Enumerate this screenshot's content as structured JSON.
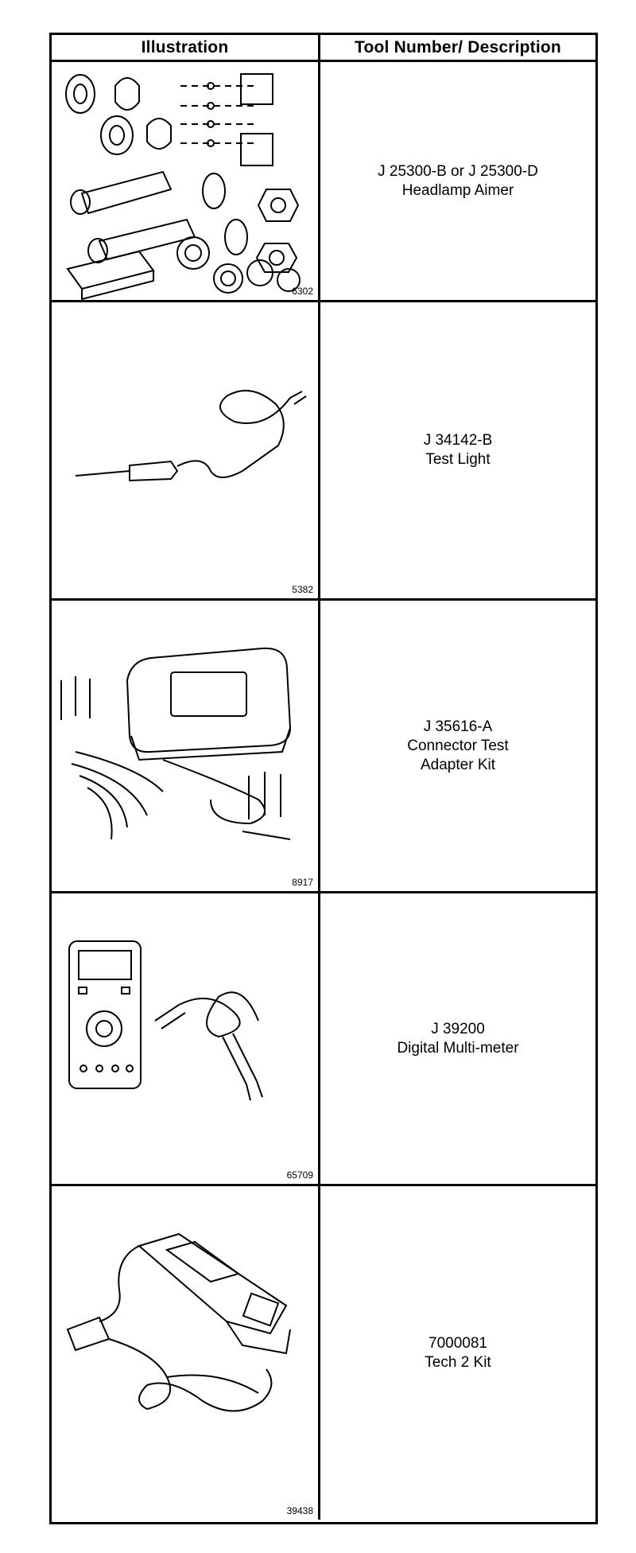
{
  "header": {
    "col_illustration": "Illustration",
    "col_tool": "Tool Number/ Description"
  },
  "tools": [
    {
      "figure_no": "6302",
      "tool_number": "J 25300-B or J 25300-D",
      "description": [
        "Headlamp Aimer"
      ],
      "icon": "headlamp-aimer-kit"
    },
    {
      "figure_no": "5382",
      "tool_number": "J 34142-B",
      "description": [
        "Test Light"
      ],
      "icon": "test-light"
    },
    {
      "figure_no": "8917",
      "tool_number": "J 35616-A",
      "description": [
        "Connector Test",
        "Adapter Kit"
      ],
      "icon": "connector-test-adapter-kit"
    },
    {
      "figure_no": "65709",
      "tool_number": "J 39200",
      "description": [
        "Digital Multi-meter"
      ],
      "icon": "digital-multimeter"
    },
    {
      "figure_no": "39438",
      "tool_number": "7000081",
      "description": [
        "Tech 2 Kit"
      ],
      "icon": "tech2-scan-tool"
    }
  ]
}
